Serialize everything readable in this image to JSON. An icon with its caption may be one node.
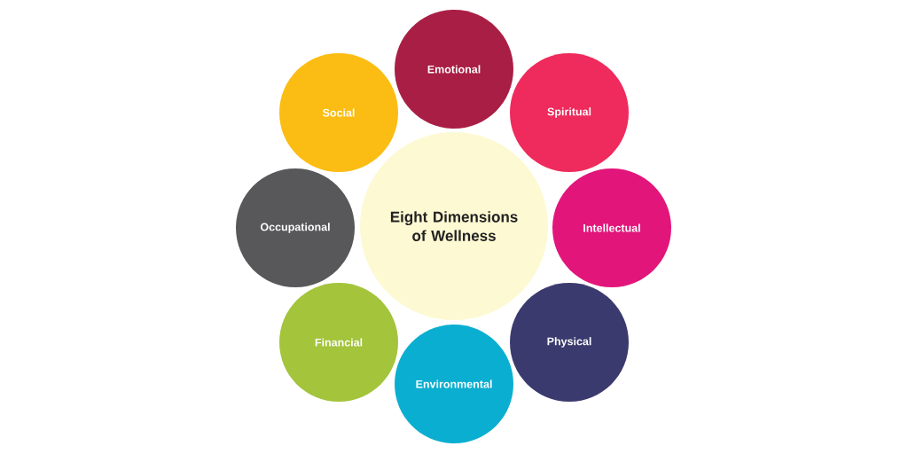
{
  "diagram": {
    "nodes": [
      {
        "text": [
          "Eight Dimensions of Wellness"
        ]
      },
      {
        "text": [
          "Emotional"
        ]
      },
      {
        "text": [
          "Spiritual"
        ]
      },
      {
        "text": [
          "Intellectual"
        ]
      },
      {
        "text": [
          "Physical"
        ]
      },
      {
        "text": [
          "Environmental"
        ]
      },
      {
        "text": [
          "Financial"
        ]
      },
      {
        "text": [
          "Occupational"
        ]
      },
      {
        "text": [
          "Social"
        ]
      }
    ]
  }
}
